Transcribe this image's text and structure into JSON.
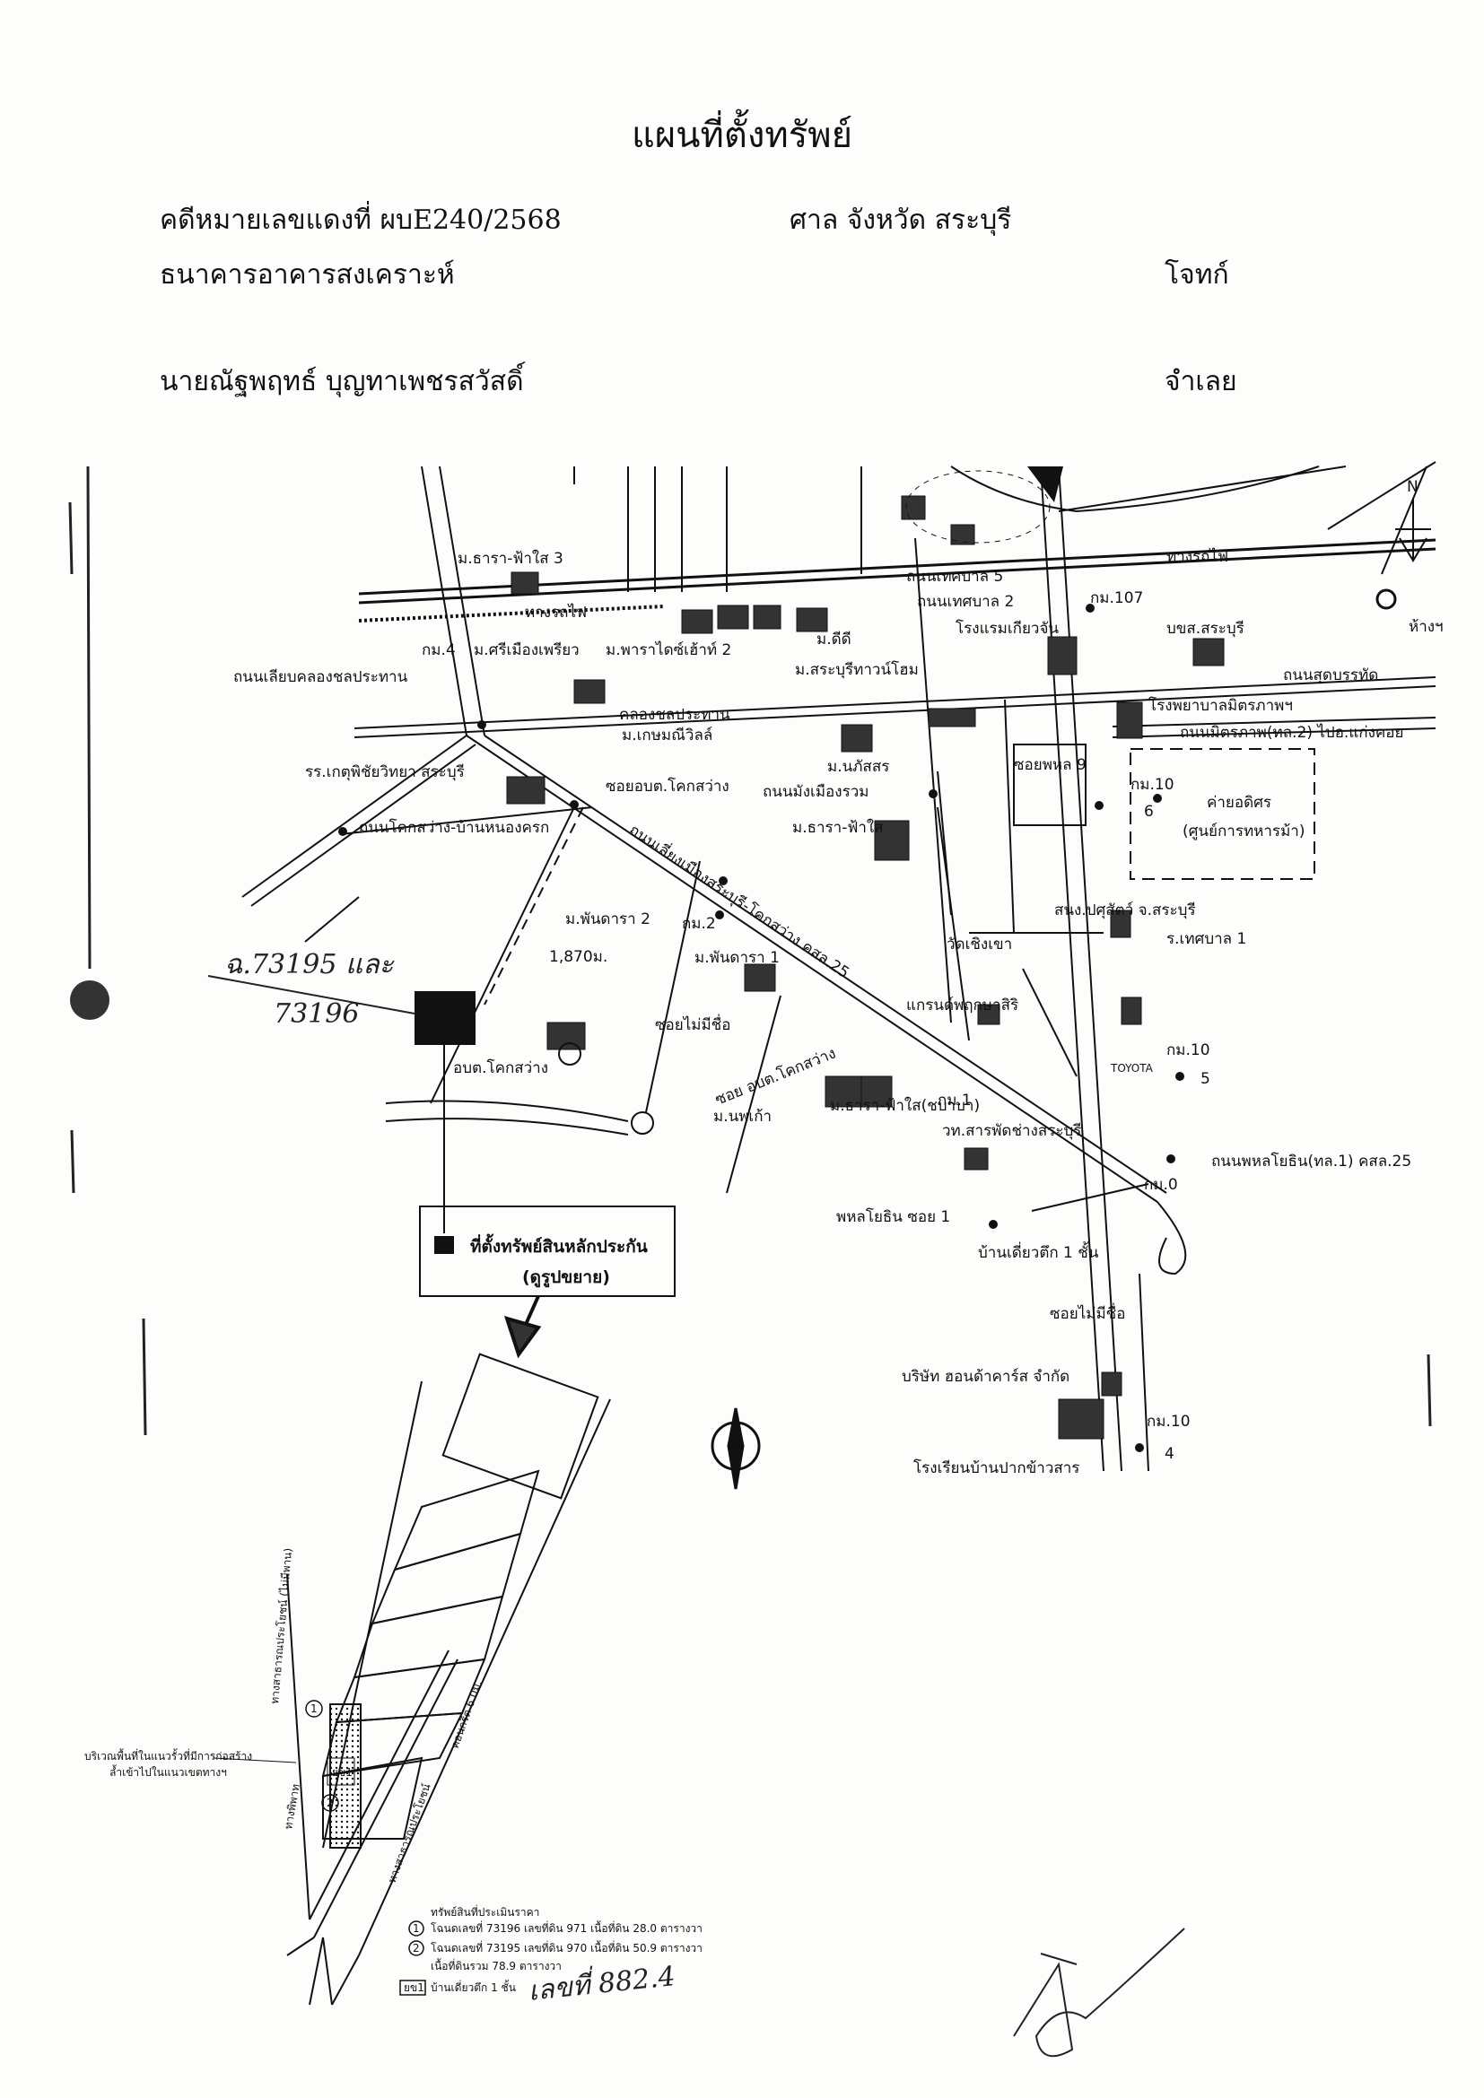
{
  "header": {
    "title": "แผนที่ตั้งทรัพย์",
    "case_no": "คดีหมายเลขแดงที่ ผบE240/2568",
    "court": "ศาล   จังหวัด สระบุรี",
    "plaintiff": "ธนาคารอาคารสงเคราะห์",
    "plaintiff_role": "โจทก์",
    "defendant": "นายณัฐพฤทธ์  บุญทาเพชรสวัสดิ์",
    "defendant_role": "จำเลย"
  },
  "map": {
    "labels": {
      "tambon3": "ม.ธารา-ฟ้าใส 3",
      "railway_station": "ทางรถไฟ",
      "railway": "ทางรถไฟ",
      "km4": "กม.4",
      "srimuang": "ม.ศรีเมืองเพรียว",
      "paradise2": "ม.พาราไดซ์เฮ้าท์ 2",
      "dd": "ม.ดีดี",
      "saraburi_town": "ม.สระบุรีทาวน์โฮม",
      "thetsaban2": "ถนนเทศบาล 2",
      "thetsaban5": "ถนนเทศบาล 5",
      "hotel": "โรงแรมเกียวจัน",
      "km107": "กม.107",
      "bks": "บขส.สระบุรี",
      "market": "ห้างฯ",
      "liab_khlong": "ถนนเลียบคลองชลประทาน",
      "khlong": "คลองชลประทาน",
      "hospital": "โรงพยาบาลมิตรภาพฯ",
      "mittraphap": "ถนนมิตรภาพ(ทล.2) ไปอ.แก่งคอย",
      "sudbanthat": "ถนนสุดบรรทัด",
      "school_ket": "รร.เกตุพิชัยวิทยา สระบุรี",
      "kasem": "ม.เกษมณีวิลล์",
      "soi_obt": "ซอยอบต.โคกสว่าง",
      "napas": "ม.นภัสสร",
      "mungmueang": "ถนนมังเมืองรวม",
      "phahon9": "ซอยพหล 9",
      "km10a": "กม.10",
      "km_post6": "6",
      "camp": "ค่ายอดิศร",
      "camp_sub": "(ศูนย์การทหารม้า)",
      "khoksawang_rd": "ถนนโคกสว่าง-บ้านหนองครก",
      "thara_fah": "ม.ธารา-ฟ้าใส",
      "phandara2": "ม.พันดารา 2",
      "km2": "กม.2",
      "phandara1": "ม.พันดารา 1",
      "distance": "1,870ม.",
      "bypass": "ถนนเลี่ยงเมืองสระบุรี-โคกสว่าง คสล.25",
      "pasusat": "สนง.ปศุสัตว์ จ.สระบุรี",
      "thetsaban1": "ร.เทศบาล 1",
      "wat": "วัดเชิงเขา",
      "grand": "แกรนด์พฤกษาสิริ",
      "toyota": "TOYOTA",
      "soi_nameless1": "ซอยไม่มีชื่อ",
      "obt_office": "อบต.โคกสว่าง",
      "soi_obt2": "ซอย อบต.โคกสว่าง",
      "thara_fah_lake": "ม.ธารา-ฟ้าใส(ชบาบา)",
      "noppakao": "ม.นพเก้า",
      "km1": "กม.1",
      "km10b": "กม.10",
      "km_post5": "5",
      "college": "วท.สารพัดช่างสระบุรี",
      "phahon_rd": "ถนนพหลโยธิน(ทล.1) คสล.25",
      "km0": "กม.0",
      "phahon_soi1": "พหลโยธิน ซอย 1",
      "house1": "บ้านเดี่ยวตึก 1 ชั้น",
      "soi_nameless2": "ซอยไม่มีชื่อ",
      "honda": "บริษัท ฮอนด้าคาร์ส จำกัด",
      "km10c": "กม.10",
      "km_post4": "4",
      "school_pak": "โรงเรียนบ้านปากข้าวสาร",
      "legend_site": "ที่ตั้งทรัพย์สินหลักประกัน",
      "legend_zoom": "(ดูรูปขยาย)",
      "north_a": "N",
      "north_b": "N",
      "road_public_v": "ทางสาธารณประโยชน์ (ไม่มีพาน)",
      "road_public_v2": "ทางสาธารณประโยชน์",
      "concrete": "คอนกรีต 6.0ม.",
      "phit_label": "ทางพิพาท",
      "note_area1": "บริเวณพื้นที่ในแนวรั้วที่มีการก่อสร้าง",
      "note_area2": "ล้ำเข้าไปในแนวเขตทางฯ",
      "circ1": "1",
      "circ2": "2",
      "house_code": "ยข1"
    },
    "handwritten": {
      "deed": "ฉ.73195 และ",
      "deed2": "73196",
      "signature_note": "เลขที่ 882.4"
    }
  },
  "legend": {
    "title": "ทรัพย์สินที่ประเมินราคา",
    "row1_num": "1",
    "row1": "โฉนดเลขที่ 73196 เลขที่ดิน 971 เนื้อที่ดิน 28.0 ตารางวา",
    "row2_num": "2",
    "row2": "โฉนดเลขที่ 73195 เลขที่ดิน 970 เนื้อที่ดิน 50.9 ตารางวา",
    "total": "เนื้อที่ดินรวม 78.9 ตารางวา",
    "row3_code": "ยข1",
    "row3": "บ้านเดี่ยวตึก 1 ชั้น"
  },
  "colors": {
    "ink": "#111111",
    "paper": "#fdfdfb"
  }
}
